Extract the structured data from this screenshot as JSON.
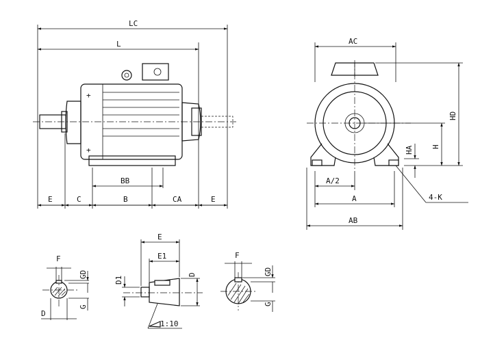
{
  "labels": {
    "lc": "LC",
    "l": "L",
    "ac": "AC",
    "hd": "HD",
    "h": "H",
    "ha": "HA",
    "bb": "BB",
    "e_left": "E",
    "c": "C",
    "b": "B",
    "ca": "CA",
    "e_right": "E",
    "a_half": "A/2",
    "a": "A",
    "ab": "AB",
    "k": "4-K",
    "f_left": "F",
    "gd_left": "GD",
    "g_left": "G",
    "d_left": "D",
    "e_shaft": "E",
    "e1": "E1",
    "d1": "D1",
    "d_shaft": "D",
    "taper": "1:10",
    "f_right": "F",
    "gd_right": "GD",
    "g_right": "G"
  }
}
